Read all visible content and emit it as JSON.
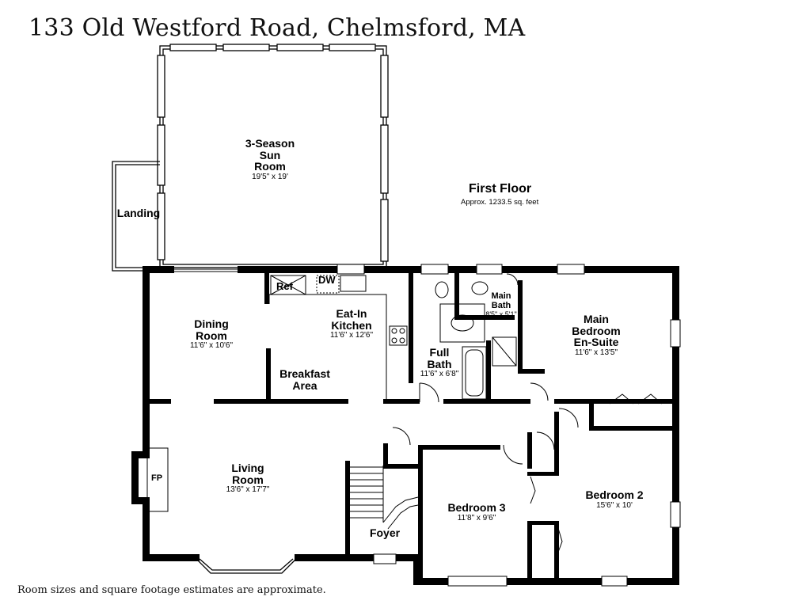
{
  "title": "133 Old Westford Road, Chelmsford, MA",
  "footnote": "Room sizes and square footage estimates are approximate.",
  "floor": {
    "name": "First Floor",
    "area": "Approx. 1233.5 sq. feet"
  },
  "rooms": {
    "sun_room": {
      "name": "3-Season\nSun\nRoom",
      "dims": "19'5\" x 19'"
    },
    "landing": {
      "name": "Landing"
    },
    "dining": {
      "name": "Dining\nRoom",
      "dims": "11'6\" x 10'6\""
    },
    "kitchen": {
      "name": "Eat-In\nKitchen",
      "dims": "11'6\" x 12'6\""
    },
    "breakfast": {
      "name": "Breakfast\nArea"
    },
    "full_bath": {
      "name": "Full\nBath",
      "dims": "11'6\" x 6'8\""
    },
    "main_bath": {
      "name": "Main\nBath",
      "dims": "8'5\" x 5'1\""
    },
    "main_bedroom": {
      "name": "Main\nBedroom\nEn-Suite",
      "dims": "11'6\" x 13'5\""
    },
    "living": {
      "name": "Living\nRoom",
      "dims": "13'6\" x 17'7\""
    },
    "bedroom3": {
      "name": "Bedroom 3",
      "dims": "11'8\" x 9'6\""
    },
    "bedroom2": {
      "name": "Bedroom 2",
      "dims": "15'6\" x 10'"
    },
    "foyer": {
      "name": "Foyer"
    }
  },
  "fixtures": {
    "ref": "Ref",
    "dw": "DW",
    "fp": "FP"
  }
}
